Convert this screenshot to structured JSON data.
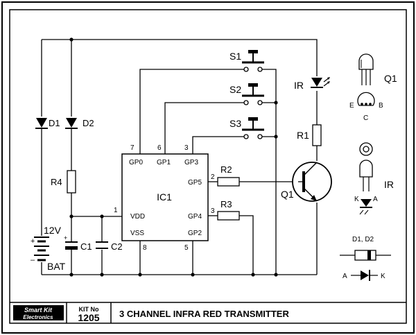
{
  "switches": [
    "S1",
    "S2",
    "S3"
  ],
  "ic": {
    "name": "IC1",
    "pins": {
      "gp0": "GP0",
      "gp1": "GP1",
      "gp3": "GP3",
      "gp5": "GP5",
      "gp4": "GP4",
      "gp2": "GP2",
      "vdd": "VDD",
      "vss": "VSS"
    },
    "pin_numbers": {
      "gp0": "7",
      "gp1": "6",
      "gp3": "3",
      "gp5": "2",
      "gp4": "3",
      "gp2": "5",
      "vdd": "1",
      "vss": "8"
    }
  },
  "components": {
    "d1": "D1",
    "d2": "D2",
    "r4": "R4",
    "r1": "R1",
    "r2": "R2",
    "r3": "R3",
    "q1": "Q1",
    "ir": "IR",
    "c1": "C1",
    "c2": "C2"
  },
  "battery": {
    "voltage": "12V",
    "label": "BAT",
    "plus": "+",
    "minus": "–"
  },
  "cap_plus": "+",
  "legend": {
    "q1_title": "Q1",
    "pin_e": "E",
    "pin_b": "B",
    "pin_c": "C",
    "ir_title": "IR",
    "ir_k": "K",
    "ir_a": "A",
    "diode_title": "D1, D2",
    "diode_a": "A",
    "diode_k": "K"
  },
  "footer": {
    "brand_line1": "Smart Kit",
    "brand_line2": "Electronics",
    "kit_no_label": "KIT No",
    "kit_no": "1205",
    "title": "3 CHANNEL INFRA RED TRANSMITTER"
  }
}
